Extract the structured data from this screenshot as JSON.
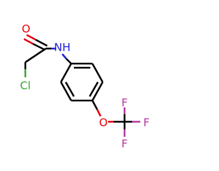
{
  "molecule": {
    "atoms": {
      "oxygen_carbonyl": {
        "label": "O",
        "color": "#e8000b"
      },
      "nitrogen_amide": {
        "label": "NH",
        "color": "#1f1fd6"
      },
      "chlorine": {
        "label": "Cl",
        "color": "#3aa832"
      },
      "oxygen_ether": {
        "label": "O",
        "color": "#e8000b"
      },
      "fluorine_top": {
        "label": "F",
        "color": "#b53aa0"
      },
      "fluorine_right": {
        "label": "F",
        "color": "#b53aa0"
      },
      "fluorine_bottom": {
        "label": "F",
        "color": "#b53aa0"
      }
    }
  }
}
